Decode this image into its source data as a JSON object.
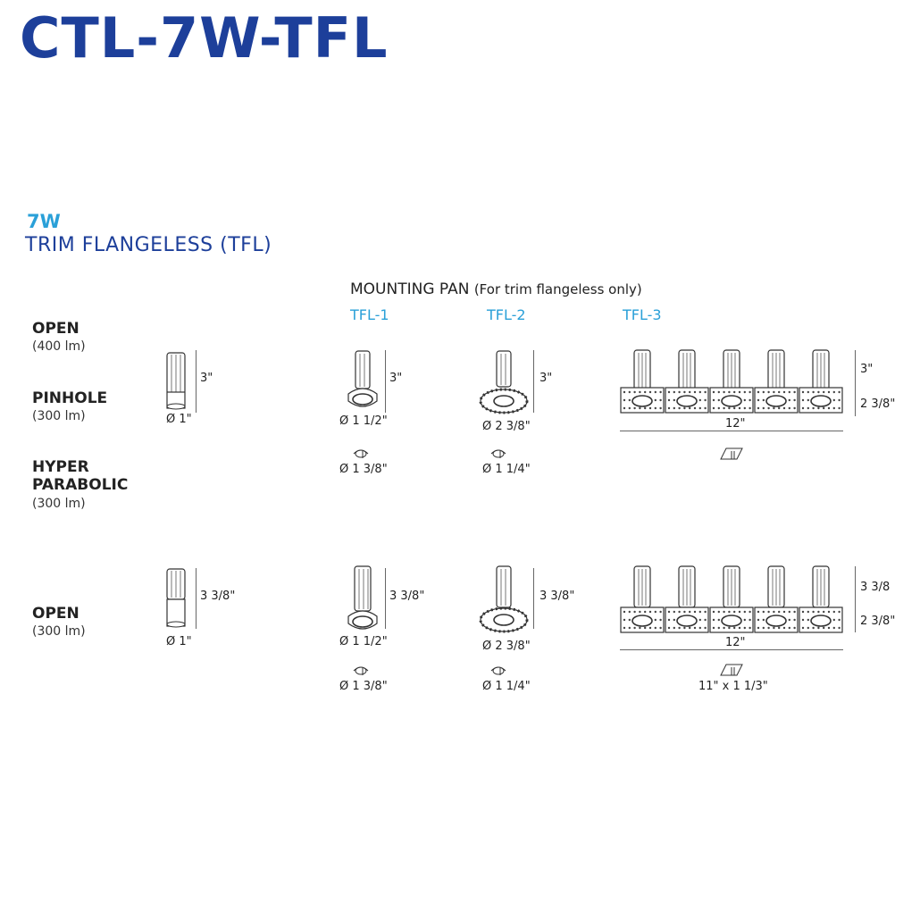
{
  "header": {
    "title": "CTL-7W-TFL",
    "wattage": "7W",
    "subtitle": "TRIM FLANGELESS (TFL)"
  },
  "mounting_pan": {
    "label": "MOUNTING PAN",
    "note": "(For trim flangeless only)",
    "models": [
      "TFL-1",
      "TFL-2",
      "TFL-3"
    ]
  },
  "group1": {
    "labels": [
      {
        "name": "OPEN",
        "lumens": "(400 lm)"
      },
      {
        "name": "PINHOLE",
        "lumens": "(300 lm)"
      },
      {
        "name": "HYPER PARABOLIC",
        "lumens": "(300 lm)"
      }
    ],
    "fixture": {
      "height": "3\"",
      "diameter": "Ø 1\""
    },
    "tfl1": {
      "height": "3\"",
      "diameter": "Ø 1 1/2\"",
      "cutout": "Ø 1 3/8\""
    },
    "tfl2": {
      "height": "3\"",
      "diameter": "Ø 2 3/8\"",
      "cutout": "Ø 1 1/4\""
    },
    "tfl3": {
      "height": "3\"",
      "pan_height": "2 3/8\"",
      "width": "12\"",
      "cutout": ""
    }
  },
  "group2": {
    "labels": [
      {
        "name": "OPEN",
        "lumens": "(300 lm)"
      }
    ],
    "fixture": {
      "height": "3 3/8\"",
      "diameter": "Ø 1\""
    },
    "tfl1": {
      "height": "3 3/8\"",
      "diameter": "Ø 1 1/2\"",
      "cutout": "Ø 1 3/8\""
    },
    "tfl2": {
      "height": "3 3/8\"",
      "diameter": "Ø 2 3/8\"",
      "cutout": "Ø 1 1/4\""
    },
    "tfl3": {
      "height": "3 3/8",
      "pan_height": "2 3/8\"",
      "width": "12\"",
      "cutout": "11\" x 1 1/3\""
    }
  },
  "colors": {
    "title": "#1d3f9a",
    "accent": "#2aa0d8",
    "text": "#222222"
  }
}
